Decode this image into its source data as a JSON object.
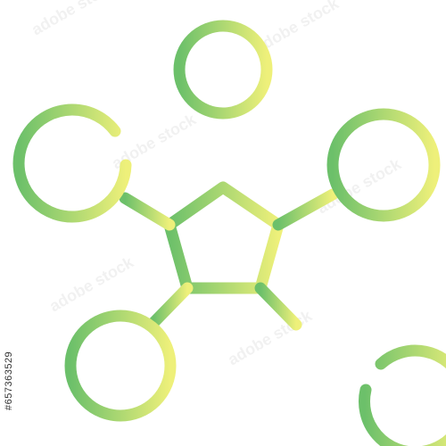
{
  "image": {
    "subject": "network-hub-icon",
    "style": "line-icon-gradient",
    "gradient": {
      "start": "#6cc06a",
      "end": "#eef07a"
    },
    "background": "#ffffff"
  },
  "watermark": {
    "brand": "adobe stock",
    "stock_id": "#657363529"
  }
}
